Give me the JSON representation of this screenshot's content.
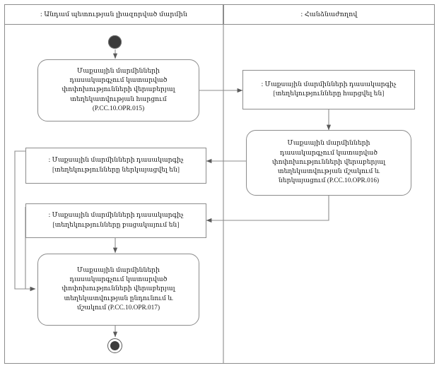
{
  "diagram": {
    "type": "uml-activity-diagram",
    "language": "hy",
    "frame_border_color": "#8c8c8c",
    "text_color": "#1a1a1a",
    "node_fill_color": "#3b3b3b",
    "background_color": "#ffffff"
  },
  "lanes": [
    {
      "id": "lane-member-state",
      "title": ": Անդամ պետության լիազորված մարմին"
    },
    {
      "id": "lane-commission",
      "title": ": Հանձնաժողով"
    }
  ],
  "nodes": {
    "start": {
      "name": "initial-node",
      "label": ""
    },
    "activity_015": {
      "label": "Մաքսային մարմինների\nդասակարգչում կատարված\nփոփոխությունների վերաբերյալ\nտեղեկատվության հարցում\n(P.CC.10.OPR.015)",
      "code": "P.CC.10.OPR.015"
    },
    "object_requested": {
      "label": ": Մաքսային մարմինների դասակարգիչ\n[տեղեկությունները հարցվել են]"
    },
    "activity_016": {
      "label": "Մաքսային մարմինների\nդասակարգչում կատարված\nփոփոխությունների վերաբերյալ\nտեղեկատվության մշակում և\nներկայացում (P.CC.10.OPR.016)",
      "code": "P.CC.10.OPR.016"
    },
    "object_presented": {
      "label": ": Մաքսային մարմինների դասակարգիչ\n[տեղեկությունները ներկայացվել են]"
    },
    "object_absent": {
      "label": ": Մաքսային մարմինների դասակարգիչ\n[տեղեկությունները բացակայում են]"
    },
    "activity_017": {
      "label": "Մաքսային մարմինների\nդասակարգչում կատարված\nփոփոխությունների վերաբերյալ\nտեղեկատվության ընդունում և\nմշակում (P.CC.10.OPR.017)",
      "code": "P.CC.10.OPR.017"
    },
    "final": {
      "name": "activity-final-node",
      "label": ""
    }
  },
  "edges": [
    {
      "from": "start",
      "to": "activity_015"
    },
    {
      "from": "activity_015",
      "to": "object_requested"
    },
    {
      "from": "object_requested",
      "to": "activity_016"
    },
    {
      "from": "activity_016",
      "to": "object_presented"
    },
    {
      "from": "activity_016",
      "to": "object_absent"
    },
    {
      "from": "object_presented",
      "to": "activity_017"
    },
    {
      "from": "object_absent",
      "to": "activity_017"
    },
    {
      "from": "activity_017",
      "to": "final"
    }
  ]
}
